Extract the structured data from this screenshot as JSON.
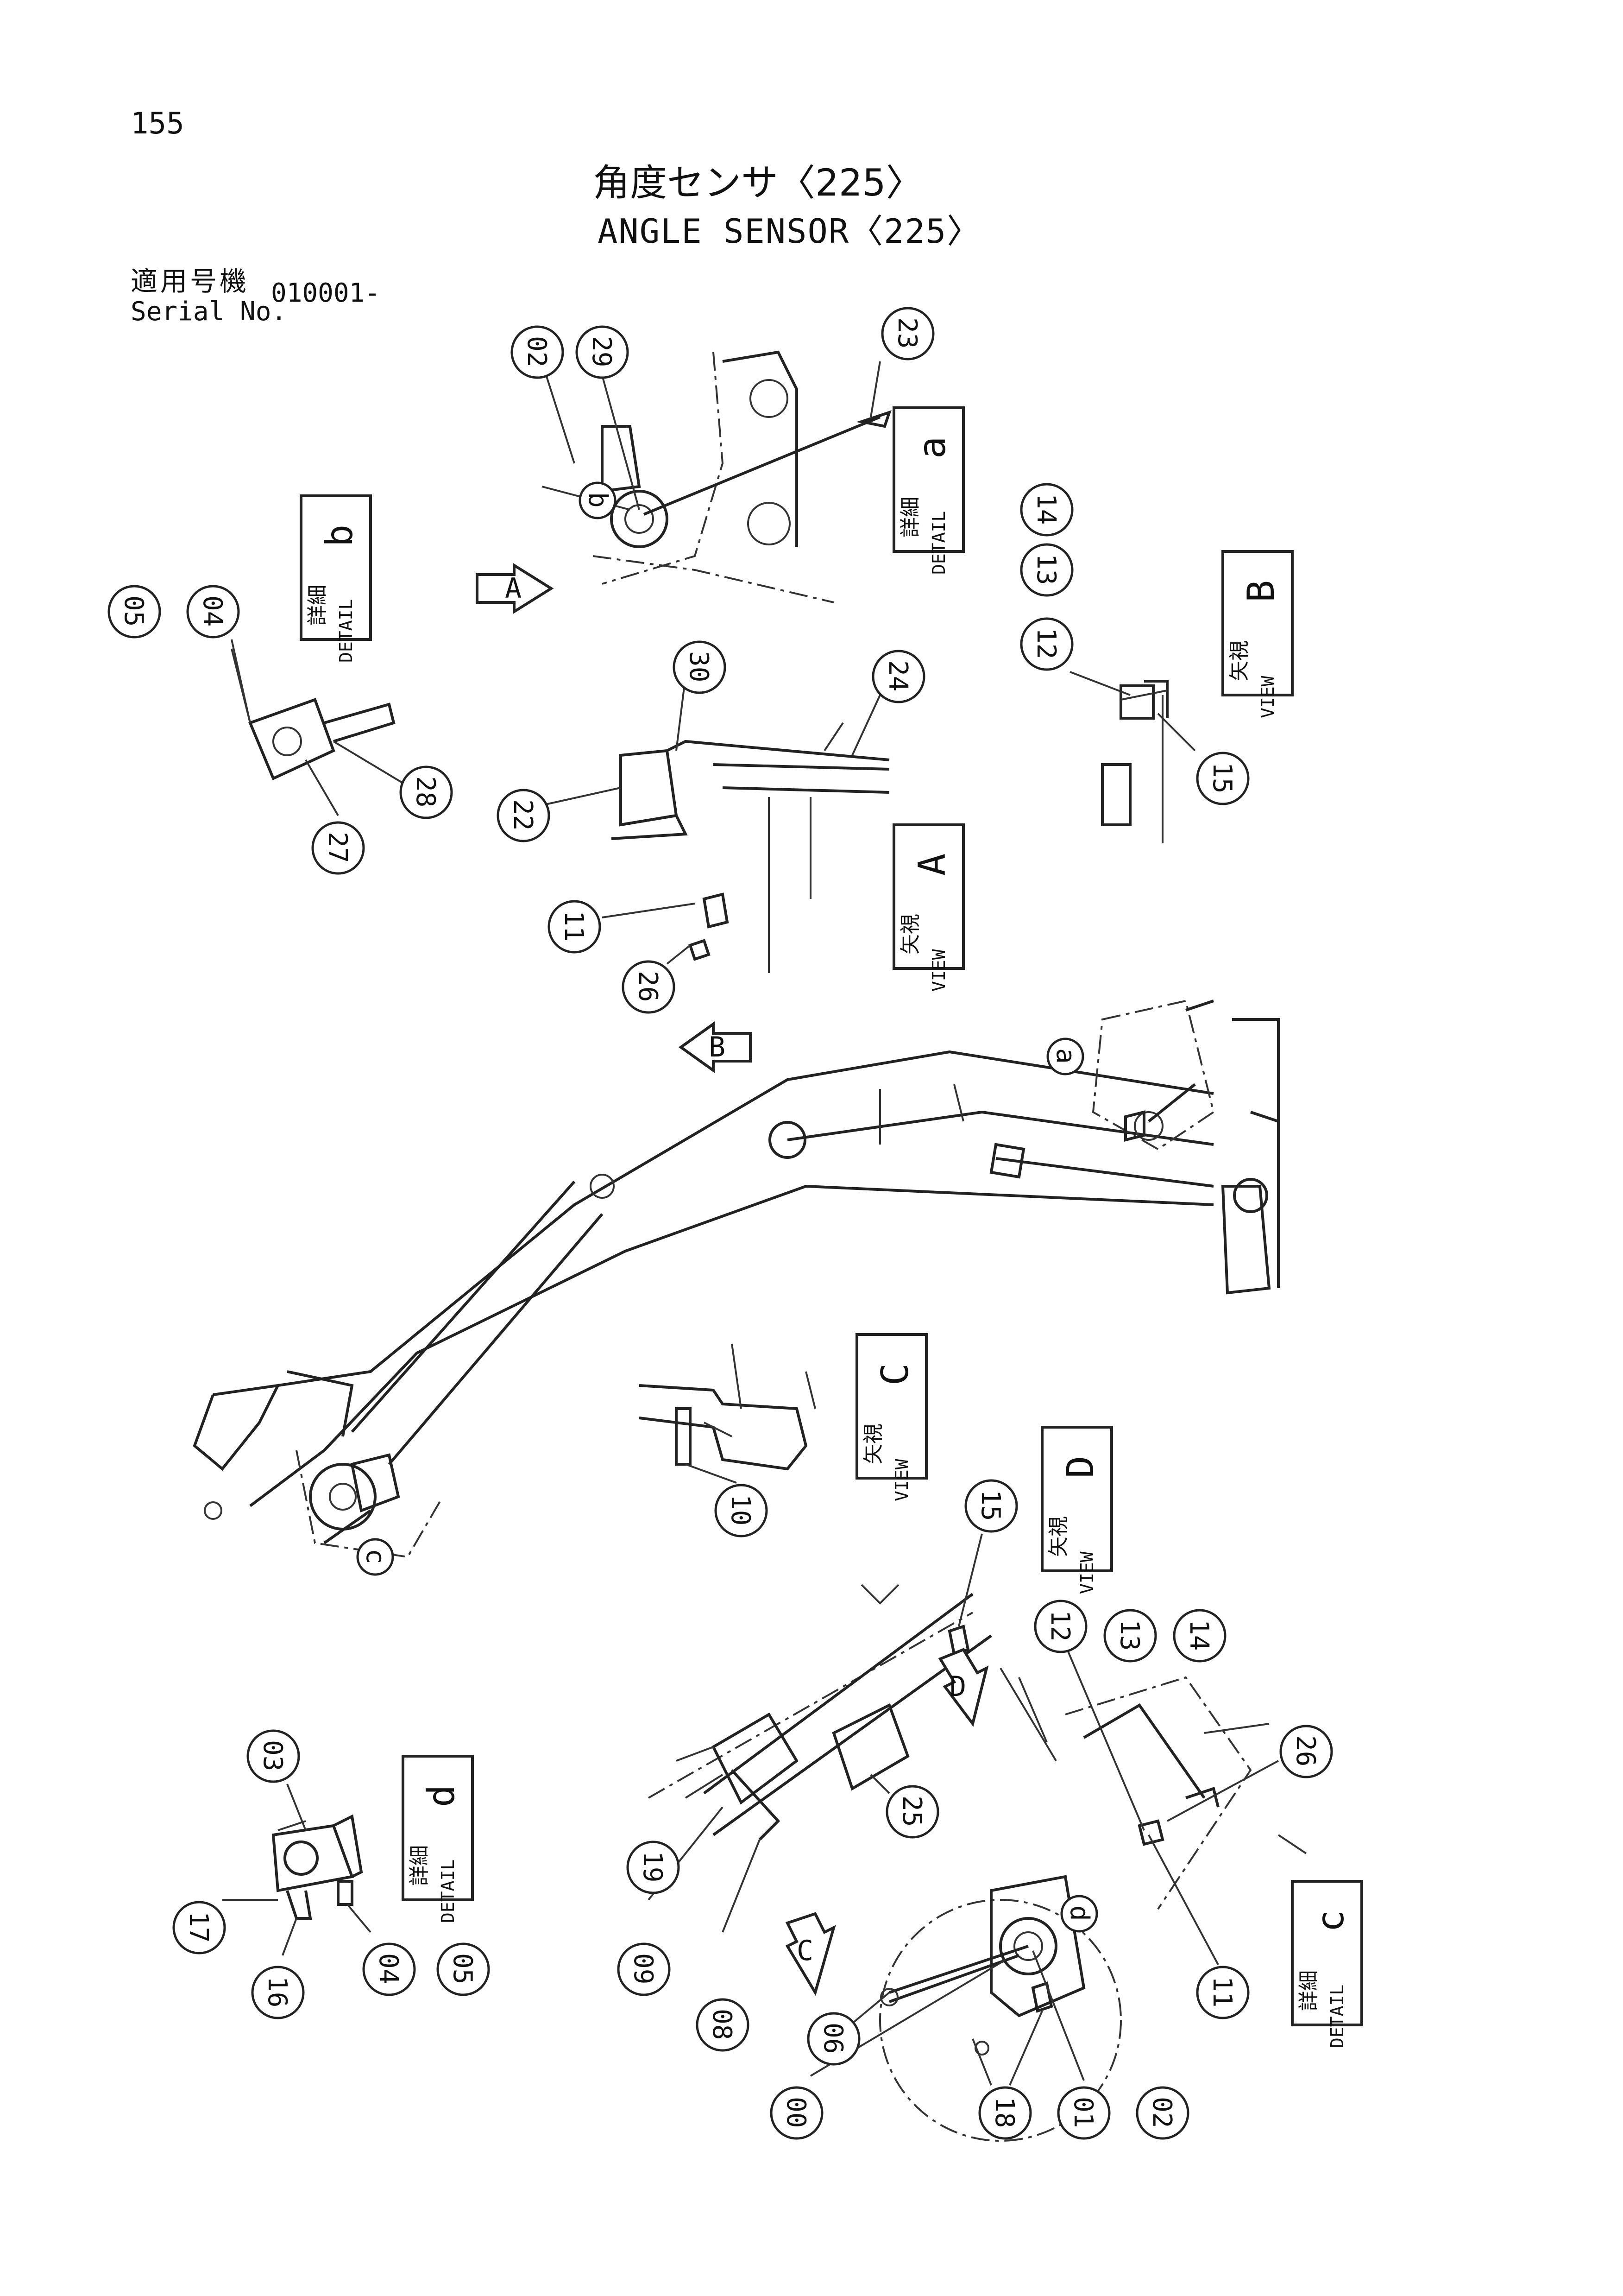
{
  "header": {
    "page_number": "155",
    "title_jp": "角度センサ〈225〉",
    "title_en": "ANGLE SENSOR〈225〉",
    "serial_label_jp": "適用号機",
    "serial_label_en": "Serial No.",
    "serial_value": "010001-"
  },
  "labels": {
    "detail_a": {
      "jp": "詳細",
      "en": "DETAIL",
      "letter": "a"
    },
    "detail_b": {
      "jp": "詳細",
      "en": "DETAIL",
      "letter": "b"
    },
    "detail_c": {
      "jp": "詳細",
      "en": "DETAIL",
      "letter": "c"
    },
    "detail_d": {
      "jp": "詳細",
      "en": "DETAIL",
      "letter": "d"
    },
    "view_a": {
      "jp": "矢視",
      "en": "VIEW",
      "letter": "A"
    },
    "view_b": {
      "jp": "矢視",
      "en": "VIEW",
      "letter": "B"
    },
    "view_c": {
      "jp": "矢視",
      "en": "VIEW",
      "letter": "C"
    },
    "view_d": {
      "jp": "矢視",
      "en": "VIEW",
      "letter": "D"
    }
  },
  "arrows": {
    "a": "A",
    "b": "B",
    "c": "C",
    "d": "D"
  },
  "markers": {
    "a": "a",
    "b": "b",
    "c": "c",
    "d": "d"
  },
  "callouts": {
    "c02_top": "02",
    "c29": "29",
    "c23": "23",
    "c05_b": "05",
    "c04_b": "04",
    "c28": "28",
    "c27": "27",
    "c14_top": "14",
    "c13_top": "13",
    "c12_top": "12",
    "c15_top": "15",
    "c30": "30",
    "c24": "24",
    "c22": "22",
    "c11_top": "11",
    "c26_top": "26",
    "c10": "10",
    "c15_mid": "15",
    "c12_bot": "12",
    "c13_bot": "13",
    "c14_bot": "14",
    "c26_bot": "26",
    "c11_bot": "11",
    "c25": "25",
    "c19": "19",
    "c09": "09",
    "c08": "08",
    "c06": "06",
    "c00": "00",
    "c18": "18",
    "c01": "01",
    "c02_bot": "02",
    "c03": "03",
    "c17": "17",
    "c16": "16",
    "c04_d": "04",
    "c05_d": "05"
  }
}
